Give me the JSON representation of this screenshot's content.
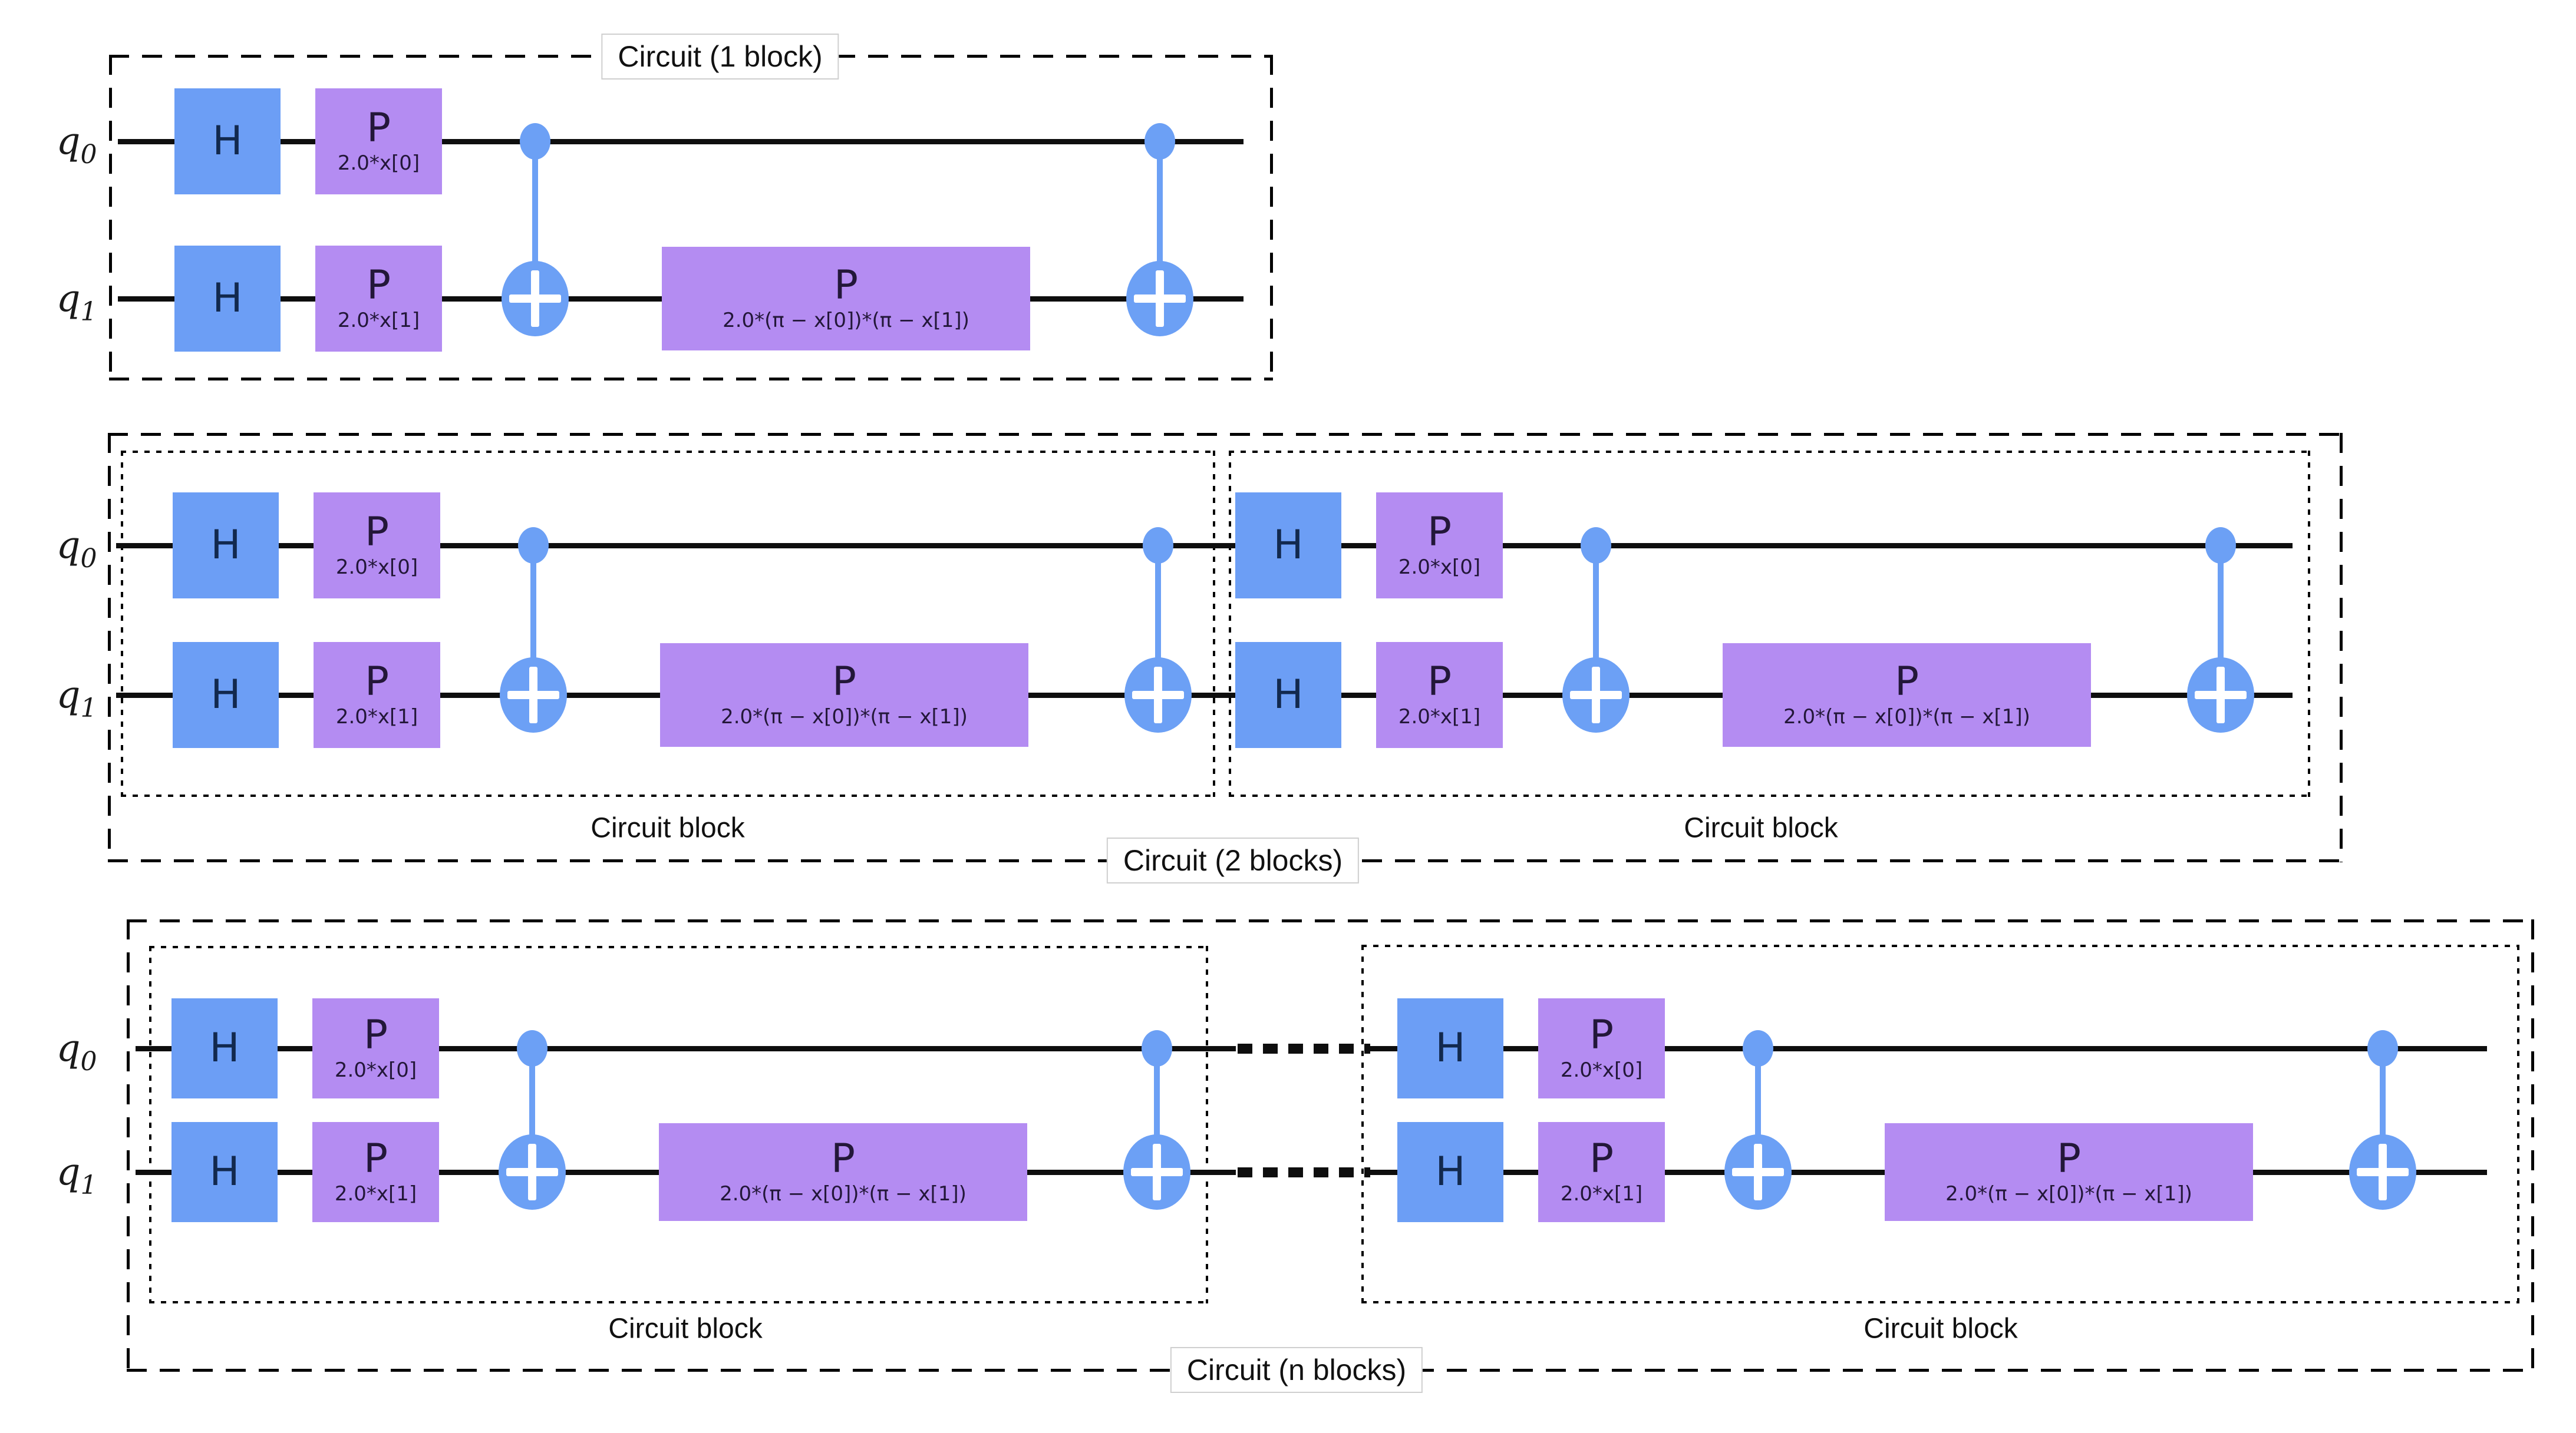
{
  "colors": {
    "h_fill": "#6C9EF5",
    "p_fill": "#B48CF2",
    "cnot": "#6CA0F5",
    "wire": "#0E0E0E",
    "border": "#000000",
    "h_text": "#12294E",
    "p_text": "#231739"
  },
  "labels": {
    "qubits": {
      "q0": {
        "base": "q",
        "sub": "0"
      },
      "q1": {
        "base": "q",
        "sub": "1"
      }
    },
    "gates": {
      "h": "H",
      "p": "P",
      "p_param_x0": "2.0*x[0]",
      "p_param_x1": "2.0*x[1]",
      "p_param_long": "2.0*(π − x[0])*(π − x[1])"
    },
    "block_label": "Circuit block",
    "panels": [
      {
        "title": "Circuit (1 block)"
      },
      {
        "title": "Circuit (2 blocks)"
      },
      {
        "title": "Circuit (n blocks)"
      }
    ]
  }
}
